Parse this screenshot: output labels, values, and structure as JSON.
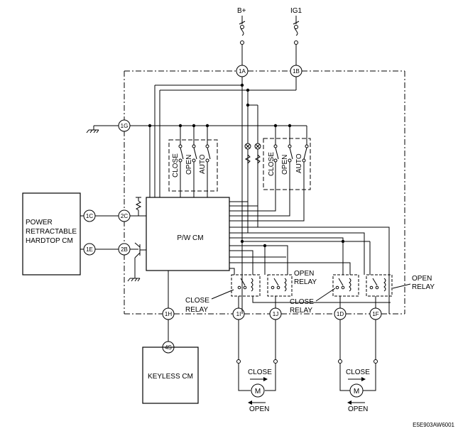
{
  "supply": {
    "bplus": "B+",
    "ig1": "IG1"
  },
  "connectors": {
    "c1A": "1A",
    "c1B": "1B",
    "c1G": "1G",
    "c1C": "1C",
    "c2C": "2C",
    "c1E": "1E",
    "c2B": "2B",
    "c1H": "1H",
    "c1I": "1I",
    "c1J": "1J",
    "c1D": "1D",
    "c1F": "1F",
    "c4S": "4S"
  },
  "modules": {
    "pwcm": "P/W CM",
    "hardtop_line1": "POWER",
    "hardtop_line2": "RETRACTABLE",
    "hardtop_line3": "HARDTOP CM",
    "keyless": "KEYLESS CM"
  },
  "switches": {
    "close": "CLOSE",
    "open": "OPEN",
    "auto": "AUTO"
  },
  "relays": {
    "close_line1": "CLOSE",
    "close_line2": "RELAY",
    "open_line1": "OPEN",
    "open_line2": "RELAY"
  },
  "motors": {
    "close": "CLOSE",
    "open": "OPEN",
    "motor": "M"
  },
  "reference": "E5E903AW6001"
}
